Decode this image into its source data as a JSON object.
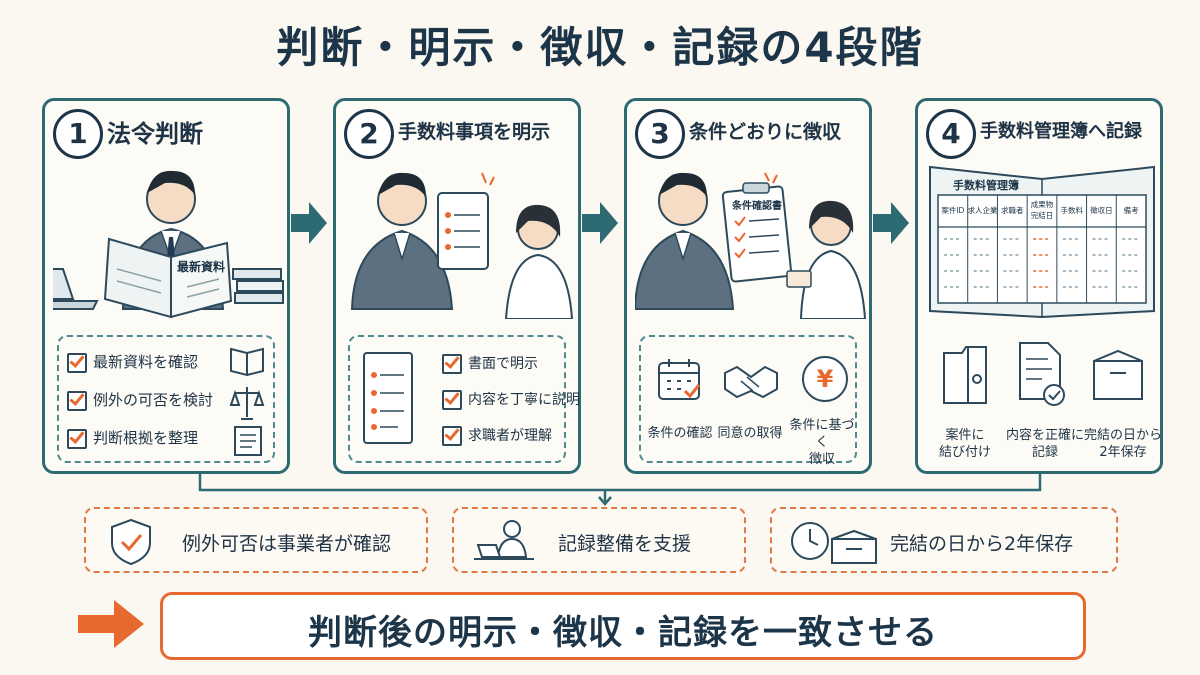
{
  "title": "判断・明示・徴収・記録の4段階",
  "steps": [
    {
      "num": "1",
      "title": "法令判断",
      "book_label": "最新資料",
      "checks": [
        "最新資料を確認",
        "例外の可否を検討",
        "判断根拠を整理"
      ],
      "icons": [
        "book-icon",
        "scales-icon",
        "document-list-icon"
      ]
    },
    {
      "num": "2",
      "title": "手数料事項を明示",
      "checks": [
        "書面で明示",
        "内容を丁寧に説明",
        "求職者が理解"
      ],
      "icons": [
        "document-list-icon"
      ]
    },
    {
      "num": "3",
      "title": "条件どおりに徴収",
      "doc_label": "条件確認書",
      "icons": [
        {
          "icon": "calendar-check-icon",
          "label": "条件の確認"
        },
        {
          "icon": "handshake-icon",
          "label": "同意の取得"
        },
        {
          "icon": "yen-coin-icon",
          "label": "条件に基づく\n徴収",
          "symbol": "¥"
        }
      ]
    },
    {
      "num": "4",
      "title": "手数料管理簿へ記録",
      "ledger_title": "手数料管理簿",
      "ledger_columns": [
        "案件ID",
        "求人企業",
        "求職者",
        "成果物\n完結日",
        "手数料",
        "徴収日",
        "備考"
      ],
      "icons": [
        {
          "icon": "binder-icon",
          "label": "案件に\n結び付け"
        },
        {
          "icon": "document-check-icon",
          "label": "内容を正確に\n記録"
        },
        {
          "icon": "storage-box-icon",
          "label": "完結の日から\n2年保存"
        }
      ]
    }
  ],
  "notes": [
    {
      "icon": "shield-check-icon",
      "text": "例外可否は事業者が確認"
    },
    {
      "icon": "person-laptop-icon",
      "text": "記録整備を支援"
    },
    {
      "icon": "clock-box-icon",
      "text": "完結の日から2年保存"
    }
  ],
  "conclusion": "判断後の明示・徴収・記録を一致させる",
  "colors": {
    "teal": "#2d6a72",
    "orange": "#e8692f",
    "navy": "#1d3548"
  }
}
